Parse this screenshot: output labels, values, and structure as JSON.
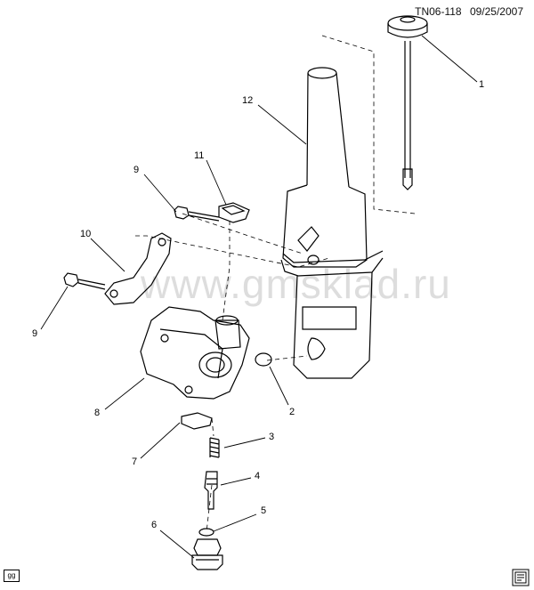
{
  "header": {
    "code": "TN06-118",
    "date": "09/25/2007"
  },
  "watermark": "www.gmsklad.ru",
  "corner_tag": "gg",
  "callouts": [
    {
      "num": "1",
      "part": "reservoir-cap-dipstick"
    },
    {
      "num": "2",
      "part": "o-ring-seal"
    },
    {
      "num": "3",
      "part": "flow-control-spring"
    },
    {
      "num": "4",
      "part": "flow-control-valve"
    },
    {
      "num": "5",
      "part": "o-ring-small"
    },
    {
      "num": "6",
      "part": "fitting"
    },
    {
      "num": "7",
      "part": "lower-clip"
    },
    {
      "num": "8",
      "part": "power-steering-pump"
    },
    {
      "num": "9",
      "part": "bolt-upper"
    },
    {
      "num": "9",
      "part": "bolt-lower"
    },
    {
      "num": "10",
      "part": "bracket"
    },
    {
      "num": "11",
      "part": "reservoir-clip"
    },
    {
      "num": "12",
      "part": "fluid-reservoir"
    }
  ]
}
